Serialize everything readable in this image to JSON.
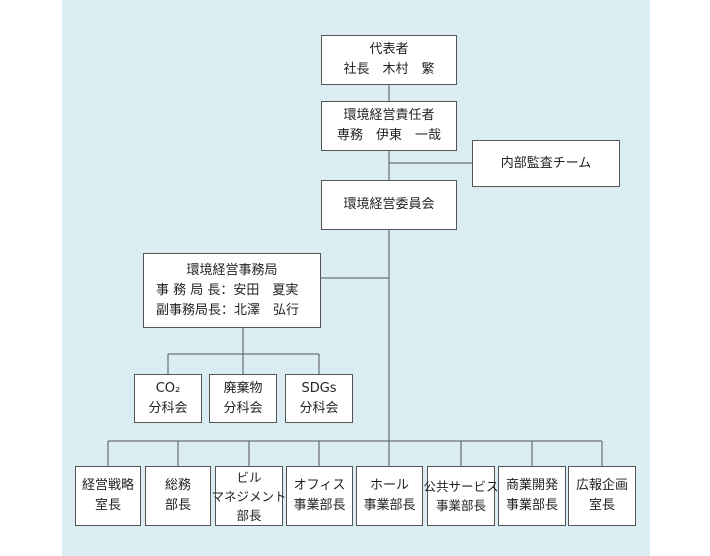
{
  "org": {
    "ceo": {
      "title": "代表者",
      "name": "社長　木村　繁"
    },
    "env_manager": {
      "title": "環境経営責任者",
      "name": "専務　伊東　一哉"
    },
    "audit_team": {
      "label": "内部監査チーム"
    },
    "committee": {
      "label": "環境経営委員会"
    },
    "secretariat": {
      "title": "環境経営事務局",
      "head": "事 務 局 長：安田　夏実",
      "deputy": "副事務局長：北澤　弘行"
    },
    "subcommittees": [
      {
        "line1": "CO₂",
        "line2": "分科会"
      },
      {
        "line1": "廃棄物",
        "line2": "分科会"
      },
      {
        "line1": "SDGs",
        "line2": "分科会"
      }
    ],
    "departments": [
      {
        "lines": [
          "経営戦略",
          "室長"
        ]
      },
      {
        "lines": [
          "総務",
          "部長"
        ]
      },
      {
        "lines": [
          "ビル",
          "マネジメント",
          "部長"
        ]
      },
      {
        "lines": [
          "オフィス",
          "事業部長"
        ]
      },
      {
        "lines": [
          "ホール",
          "事業部長"
        ]
      },
      {
        "lines": [
          "公共サービス",
          "事業部長"
        ]
      },
      {
        "lines": [
          "商業開発",
          "事業部長"
        ]
      },
      {
        "lines": [
          "広報企画",
          "室長"
        ]
      }
    ]
  },
  "colors": {
    "panel": "#d9edf2",
    "line": "#555555",
    "box": "#ffffff"
  }
}
